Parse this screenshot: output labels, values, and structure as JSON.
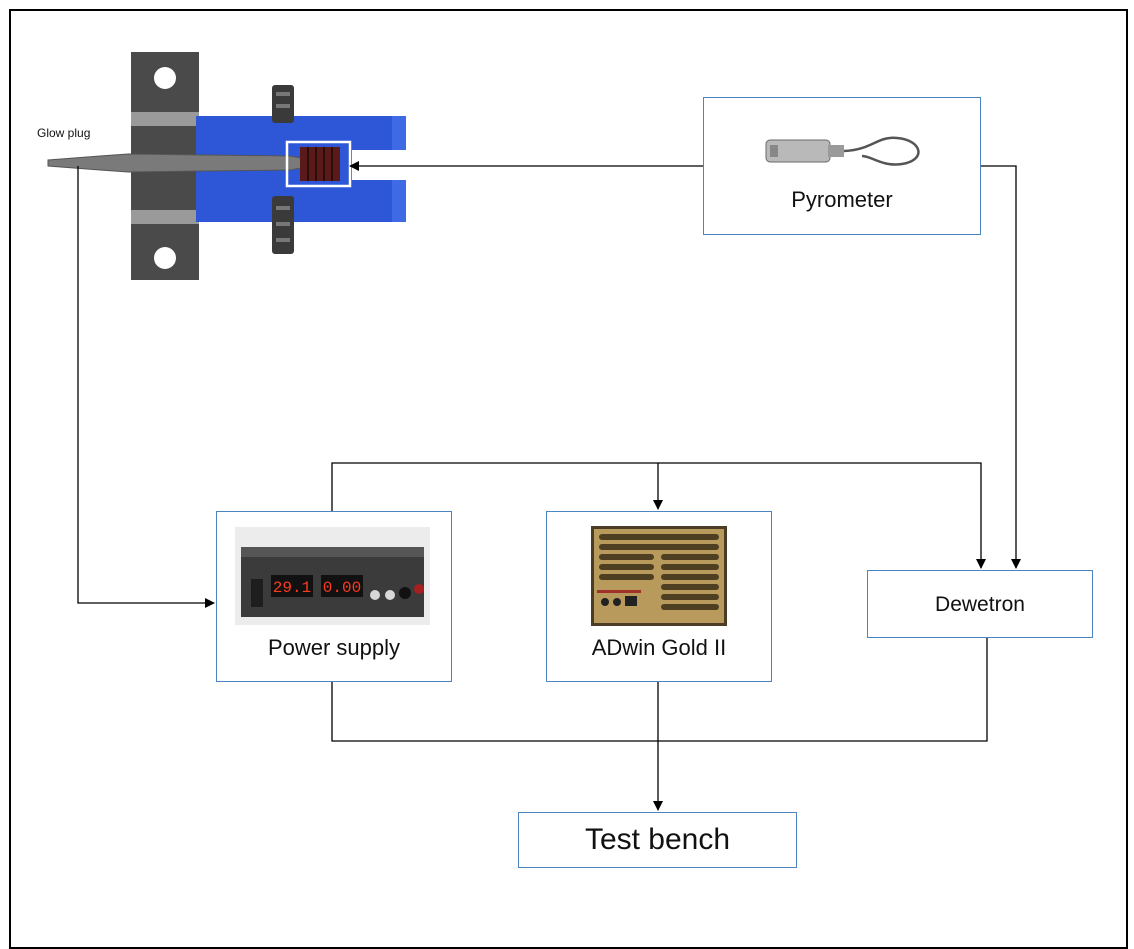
{
  "labels": {
    "glow_plug": "Glow plug",
    "pyrometer": "Pyrometer",
    "power_supply": "Power supply",
    "adwin": "ADwin Gold II",
    "dewetron": "Dewetron",
    "test_bench": "Test bench"
  },
  "power_supply_display": {
    "voltage": "29.1",
    "current": "0.00"
  },
  "colors": {
    "box_border": "#4a86c5",
    "glow_plug_body": "#2d57d6",
    "bracket": "#4a4a4a",
    "display": "#ff3b1f"
  }
}
